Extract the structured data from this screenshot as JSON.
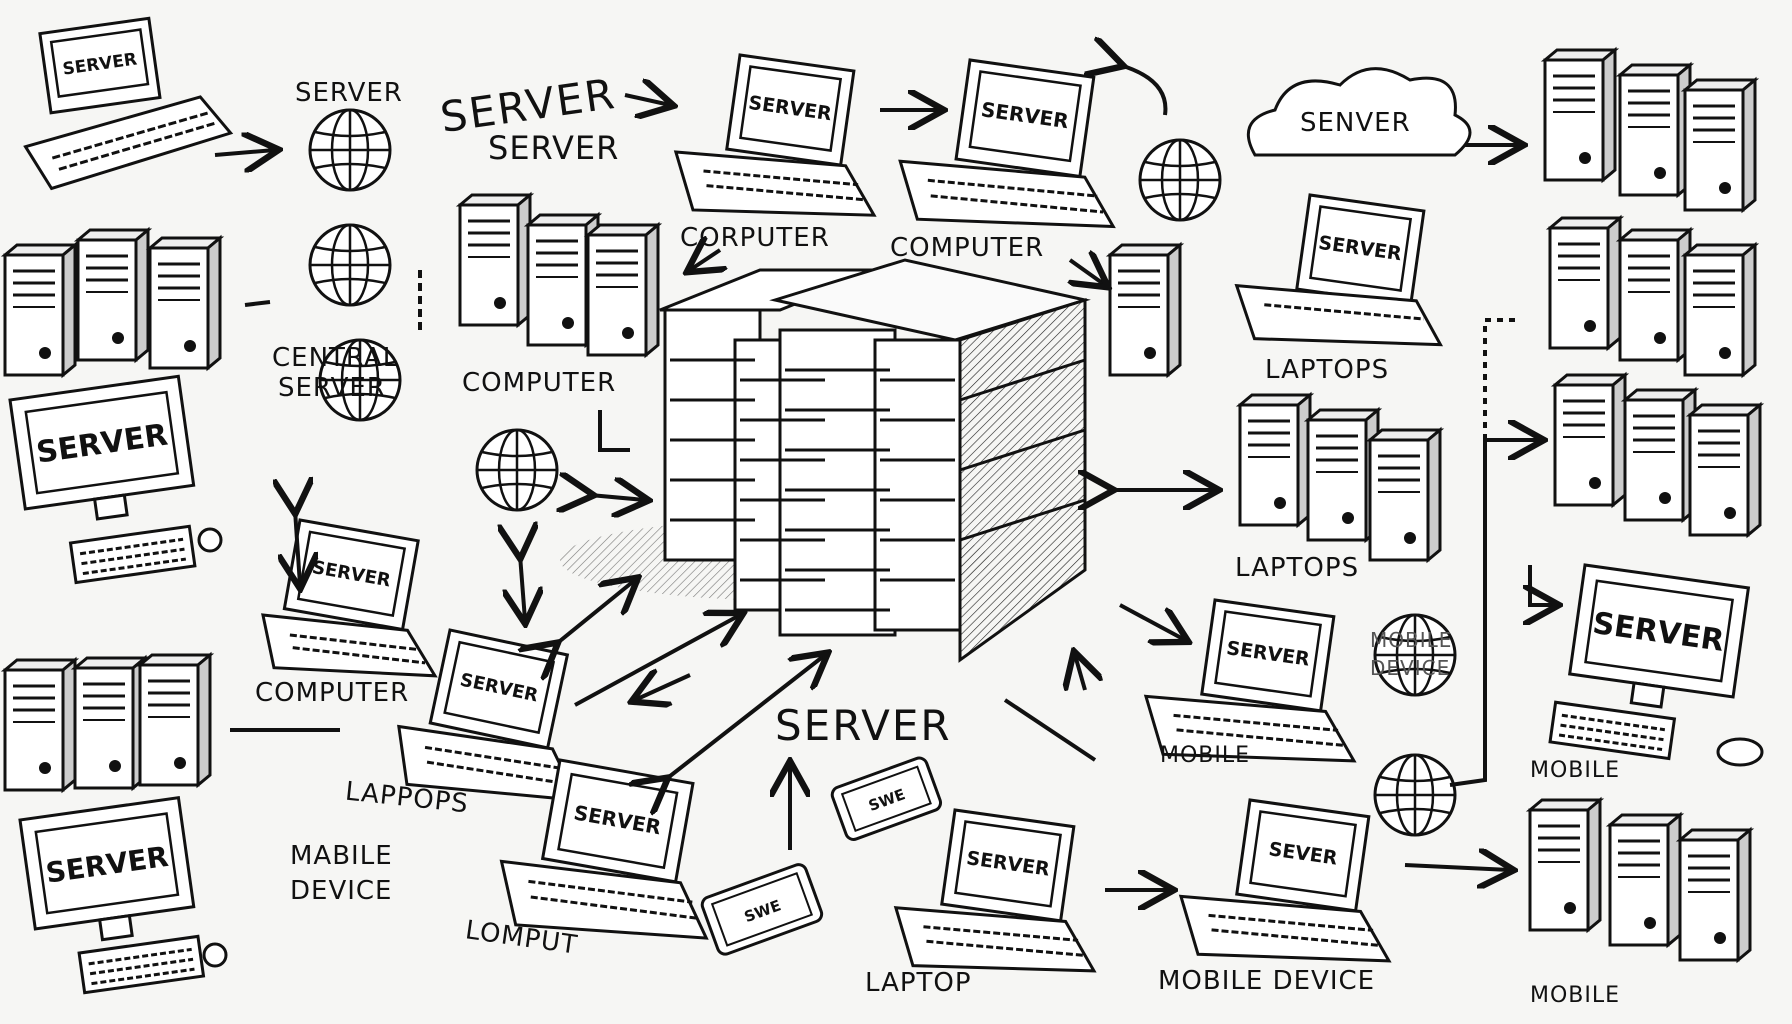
{
  "labels": {
    "server_top": "SERVER",
    "server_big": "SERVER",
    "server_sub": "SERVER",
    "cloud": "SENVER",
    "corputer": "CORPUTER",
    "computer_top": "COMPUTER",
    "central_server_1": "CENTRAL",
    "central_server_2": "SERVER",
    "computer_mid": "COMPUTER",
    "laptops_1": "LAPTOPS",
    "laptops_2": "LAPTOPS",
    "computer_left": "COMPUTER",
    "server_center": "SERVER",
    "lappops": "LAPPOPS",
    "mabile_1": "MABILE",
    "mabile_2": "DEVICE",
    "lomput": "LOMPUT",
    "laptop": "LAPTOP",
    "mobile_device": "MOBILE DEVICE",
    "mobile_mid": "MOBILE",
    "mobile_device_faint_1": "MOBILE",
    "mobile_device_faint_2": "DEVICE",
    "mobile_right": "MOBILE",
    "mobile_bottom": "MOBILE"
  },
  "screens": {
    "laptop_topleft": "SERVER",
    "laptop_top1": "SERVER",
    "laptop_top2": "SERVER",
    "laptop_right": "SERVER",
    "monitor_left1": "SERVER",
    "laptop_mid": "SERVER",
    "laptop_lappops": "SERVER",
    "laptop_lomput": "SERVER",
    "phone_1": "SWE",
    "phone_2": "SWE",
    "laptop_laptop": "SERVER",
    "laptop_mobile1": "SERVER",
    "laptop_mobile2": "SEVER",
    "monitor_right": "SERVER",
    "monitor_left2": "SERVER"
  }
}
